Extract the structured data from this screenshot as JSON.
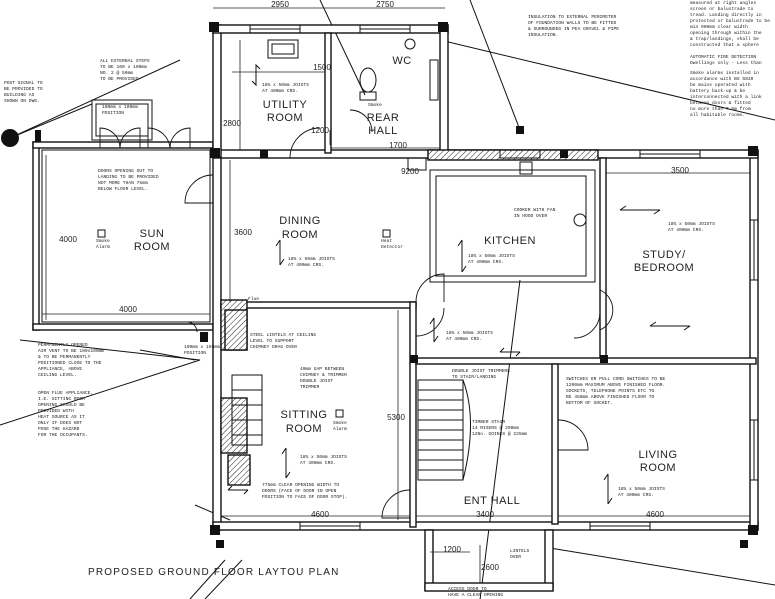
{
  "plan": {
    "title": "PROPOSED GROUND FLOOR LAYTOU PLAN",
    "rooms": {
      "sun": [
        "SUN",
        "ROOM"
      ],
      "utility": [
        "UTILITY",
        "ROOM"
      ],
      "wc": "WC",
      "rear_hall": [
        "REAR",
        "HALL"
      ],
      "dining": [
        "DINING",
        "ROOM"
      ],
      "kitchen": "KITCHEN",
      "study": [
        "STUDY/",
        "BEDROOM"
      ],
      "sitting": [
        "SITTING",
        "ROOM"
      ],
      "ent_hall": "ENT HALL",
      "living": [
        "LIVING",
        "ROOM"
      ]
    },
    "dimensions": {
      "top_left": "2950",
      "top_right": "2750",
      "utility_width": "1500",
      "utility_height": "2800",
      "rear_hall_height": "1200",
      "rear_hall_width": "1700",
      "dining_gap": "9200",
      "dining_height": "3600",
      "sun_height": "4000",
      "sun_width": "4000",
      "study_width": "3500",
      "sitting_height": "5300",
      "bottom_left": "4600",
      "bottom_mid": "3400",
      "bottom_right": "4600",
      "porch_width": "1200",
      "porch_depth": "2600"
    },
    "notes": {
      "utility_joists": [
        "18% x 50mm JOISTS",
        "AT 400mm CRS."
      ],
      "dining_joists": [
        "18% x 50mm JOISTS",
        "AT 400mm CRS."
      ],
      "kitchen_joists": [
        "18% x 50mm JOISTS",
        "AT 400mm CRS."
      ],
      "study_joists": [
        "18% x 50mm JOISTS",
        "AT 400mm CRS."
      ],
      "sitting_joists": [
        "18% x 50mm JOISTS",
        "AT 400mm CRS."
      ],
      "living_joists": [
        "18% x 50mm JOISTS",
        "AT 400mm CRS."
      ],
      "hall_joists": [
        "18% x 50mm JOISTS",
        "AT 400mm CRS."
      ],
      "sun_doors": [
        "DOORS OPENING OUT TO",
        "LANDING TO BE PROVIDED",
        "NOT MORE THAN 75mm",
        "BELOW FLOOR LEVEL."
      ],
      "cooker": [
        "COOKER WITH FAN",
        "IN HOOD OVER"
      ],
      "smoke_alarm": [
        "Smoke",
        "Alarm"
      ],
      "heat_detector": [
        "Heat",
        "Detector"
      ],
      "steel_lintels": [
        "STEEL LINTELS AT CEILING",
        "LEVEL TO SUPPORT",
        "CHIMNEY DRAG OVER"
      ],
      "double_joist_1": [
        "40mm GAP BETWEEN",
        "CHIMNEY & TRIMMER",
        "DOUBLE JOIST",
        "TRIMMER"
      ],
      "double_joist_2": [
        "DOUBLE JOIST TRIMMERS",
        "TO STAIR/LANDING"
      ],
      "timber_stair": [
        "TIMBER STAIR",
        "14 RISERS @ 200mm",
        "12No. GOINGS @ 225mm"
      ],
      "clear_opening": [
        "775mm CLEAR OPENING WIDTH TO",
        "DOORS (FACE OF DOOR IN OPEN",
        "POSITION TO FACE OF DOOR STOP)."
      ],
      "switches": [
        "SWITCHES OR PULL CORD SWITCHES TO BE",
        "1200mm MAXIMUM ABOVE FINISHED FLOOR.",
        "SOCKETS, TELEPHONE POINTS ETC TO",
        "BE 450mm ABOVE FINISHED FLOOR TO",
        "BOTTOM OF SOCKET."
      ],
      "vent": [
        "PERMANENTLY OPENED",
        "AIR VENT TO BE 100x100mm",
        "& TO BE PERMANENTLY",
        "POSITIONED CLOSE TO THE",
        "APPLIANCE, ABOVE",
        "CEILING LEVEL."
      ],
      "open_flue": [
        "OPEN FLUE APPLIANCE,",
        "I.E. SITTING ROOM",
        "OPENING SHOULD BE",
        "PROVIDED WITH",
        "HEAT SOURCE AS IT",
        "ONLY IF DOES NOT",
        "POSE THE HAZARD",
        "FOR THE OCCUPANTS."
      ],
      "insulation": [
        "INSULATION TO EXTERNAL PERIMETER",
        "OF FOUNDATION WALLS TO BE FITTED",
        "& SURROUNDED IN PEA GRAVEL & PIPE",
        "INSULATION."
      ],
      "fire_detection_head": [
        "AUTOMATIC FIRE DETECTION",
        "Dwellings only - Less than"
      ],
      "fire_detection": [
        "Smoke alarms installed in",
        "accordance with BS 5839",
        "be mains operated with",
        "battery back-up & be",
        "interconnected with a link",
        "between doors & fitted",
        "no more than 7.5m from",
        "all habitable rooms."
      ],
      "top_right_text": [
        "measured at right angles",
        "screen or balustrade to",
        "tread. Landing directly in",
        "protected or balustrade to be",
        "min 900mm clear width",
        "opening through within the",
        "& trap/landings, shall be",
        "constructed that a sphere"
      ],
      "left_top_text": [
        "ALL EXTERNAL STEPS",
        "TO BE 100 x 100mm",
        "NO. 2 @ 50mm",
        "TO BE PROVIDED"
      ],
      "left_side_text": [
        "POST SIGNAL TO",
        "BE PROVIDED TO",
        "BUILDING AS",
        "SHOWN ON DWG."
      ],
      "hundred_label": [
        "100mm x 100mm",
        "POSITION"
      ],
      "porch_note": [
        "ACCESS DOOR TO",
        "HAVE A CLEAR OPENING"
      ],
      "porch_lintels": [
        "LINTELS",
        "OVER"
      ]
    },
    "flue_label": "Flue"
  }
}
